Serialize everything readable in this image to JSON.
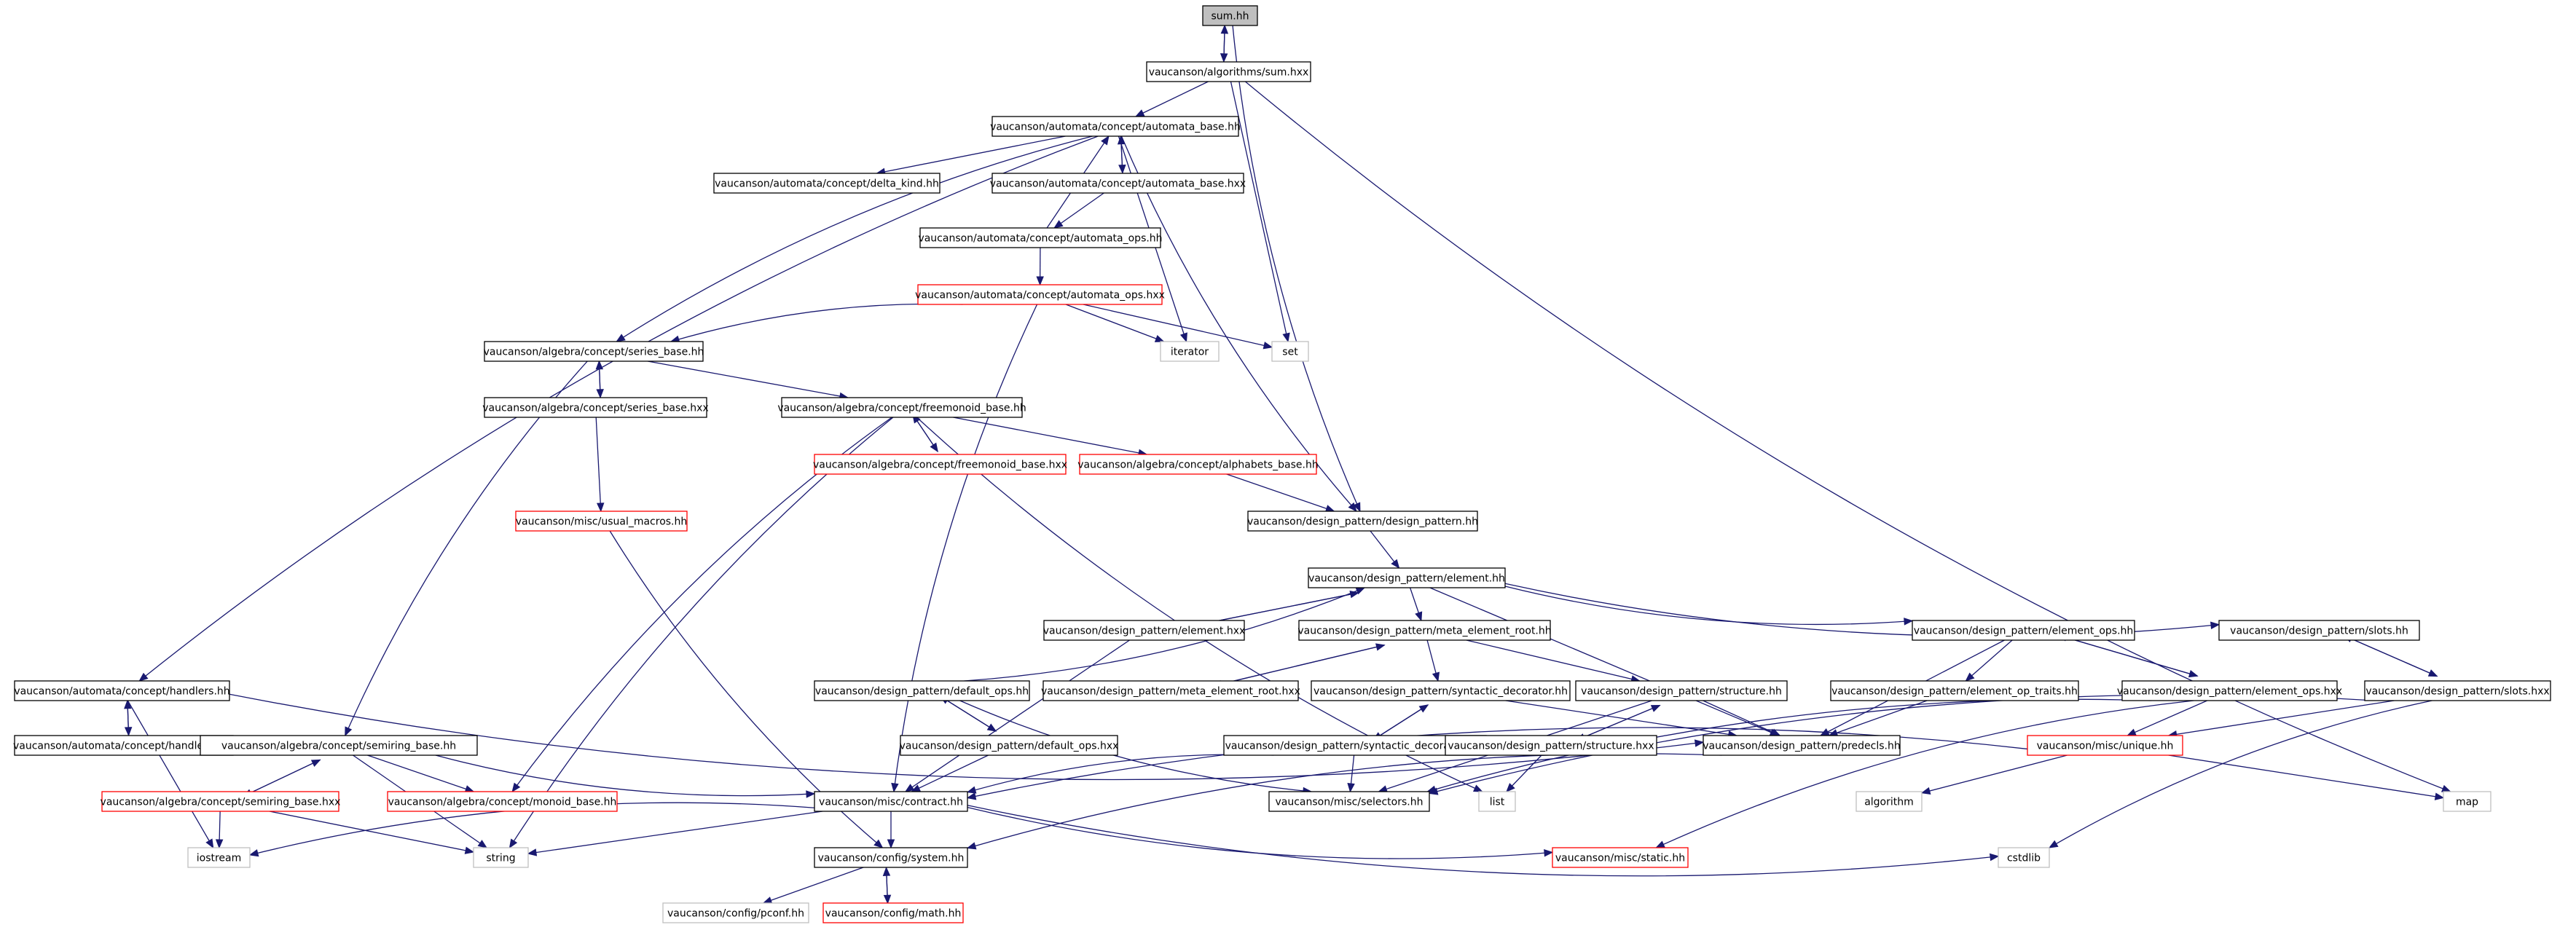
{
  "graph": {
    "title": "sum.hh",
    "nodes": [
      {
        "id": "sum_hh",
        "label": "sum.hh",
        "kind": "root"
      },
      {
        "id": "alg_sum_hxx",
        "label": "vaucanson/algorithms/sum.hxx",
        "kind": "normal"
      },
      {
        "id": "automata_base_hh",
        "label": "vaucanson/automata/concept/automata_base.hh",
        "kind": "normal"
      },
      {
        "id": "delta_kind_hh",
        "label": "vaucanson/automata/concept/delta_kind.hh",
        "kind": "normal"
      },
      {
        "id": "automata_base_hxx",
        "label": "vaucanson/automata/concept/automata_base.hxx",
        "kind": "normal"
      },
      {
        "id": "automata_ops_hh",
        "label": "vaucanson/automata/concept/automata_ops.hh",
        "kind": "normal"
      },
      {
        "id": "automata_ops_hxx",
        "label": "vaucanson/automata/concept/automata_ops.hxx",
        "kind": "truncated"
      },
      {
        "id": "iterator",
        "label": "iterator",
        "kind": "external"
      },
      {
        "id": "set",
        "label": "set",
        "kind": "external"
      },
      {
        "id": "series_base_hh",
        "label": "vaucanson/algebra/concept/series_base.hh",
        "kind": "normal"
      },
      {
        "id": "series_base_hxx",
        "label": "vaucanson/algebra/concept/series_base.hxx",
        "kind": "normal"
      },
      {
        "id": "freemonoid_base_hh",
        "label": "vaucanson/algebra/concept/freemonoid_base.hh",
        "kind": "normal"
      },
      {
        "id": "freemonoid_base_hxx",
        "label": "vaucanson/algebra/concept/freemonoid_base.hxx",
        "kind": "truncated"
      },
      {
        "id": "alphabets_base_hh",
        "label": "vaucanson/algebra/concept/alphabets_base.hh",
        "kind": "truncated"
      },
      {
        "id": "usual_macros_hh",
        "label": "vaucanson/misc/usual_macros.hh",
        "kind": "truncated"
      },
      {
        "id": "design_pattern_hh",
        "label": "vaucanson/design_pattern/design_pattern.hh",
        "kind": "normal"
      },
      {
        "id": "element_hh",
        "label": "vaucanson/design_pattern/element.hh",
        "kind": "normal"
      },
      {
        "id": "element_hxx",
        "label": "vaucanson/design_pattern/element.hxx",
        "kind": "normal"
      },
      {
        "id": "meta_element_root_hh",
        "label": "vaucanson/design_pattern/meta_element_root.hh",
        "kind": "normal"
      },
      {
        "id": "element_ops_hh",
        "label": "vaucanson/design_pattern/element_ops.hh",
        "kind": "normal"
      },
      {
        "id": "slots_hh",
        "label": "vaucanson/design_pattern/slots.hh",
        "kind": "normal"
      },
      {
        "id": "handlers_hh",
        "label": "vaucanson/automata/concept/handlers.hh",
        "kind": "normal"
      },
      {
        "id": "default_ops_hh",
        "label": "vaucanson/design_pattern/default_ops.hh",
        "kind": "normal"
      },
      {
        "id": "meta_element_root_hxx",
        "label": "vaucanson/design_pattern/meta_element_root.hxx",
        "kind": "normal"
      },
      {
        "id": "syntactic_decorator_hh",
        "label": "vaucanson/design_pattern/syntactic_decorator.hh",
        "kind": "normal"
      },
      {
        "id": "structure_hh",
        "label": "vaucanson/design_pattern/structure.hh",
        "kind": "normal"
      },
      {
        "id": "element_op_traits_hh",
        "label": "vaucanson/design_pattern/element_op_traits.hh",
        "kind": "normal"
      },
      {
        "id": "element_ops_hxx",
        "label": "vaucanson/design_pattern/element_ops.hxx",
        "kind": "normal"
      },
      {
        "id": "slots_hxx",
        "label": "vaucanson/design_pattern/slots.hxx",
        "kind": "normal"
      },
      {
        "id": "handlers_hxx",
        "label": "vaucanson/automata/concept/handlers.hxx",
        "kind": "normal"
      },
      {
        "id": "semiring_base_hh",
        "label": "vaucanson/algebra/concept/semiring_base.hh",
        "kind": "normal"
      },
      {
        "id": "default_ops_hxx",
        "label": "vaucanson/design_pattern/default_ops.hxx",
        "kind": "normal"
      },
      {
        "id": "syntactic_decorator_hxx",
        "label": "vaucanson/design_pattern/syntactic_decorator.hxx",
        "kind": "normal"
      },
      {
        "id": "structure_hxx",
        "label": "vaucanson/design_pattern/structure.hxx",
        "kind": "normal"
      },
      {
        "id": "predecls_hh",
        "label": "vaucanson/design_pattern/predecls.hh",
        "kind": "normal"
      },
      {
        "id": "unique_hh",
        "label": "vaucanson/misc/unique.hh",
        "kind": "truncated"
      },
      {
        "id": "semiring_base_hxx",
        "label": "vaucanson/algebra/concept/semiring_base.hxx",
        "kind": "truncated"
      },
      {
        "id": "monoid_base_hh",
        "label": "vaucanson/algebra/concept/monoid_base.hh",
        "kind": "truncated"
      },
      {
        "id": "contract_hh",
        "label": "vaucanson/misc/contract.hh",
        "kind": "normal"
      },
      {
        "id": "selectors_hh",
        "label": "vaucanson/misc/selectors.hh",
        "kind": "normal"
      },
      {
        "id": "list",
        "label": "list",
        "kind": "external"
      },
      {
        "id": "algorithm",
        "label": "algorithm",
        "kind": "external"
      },
      {
        "id": "map",
        "label": "map",
        "kind": "external"
      },
      {
        "id": "iostream",
        "label": "iostream",
        "kind": "external"
      },
      {
        "id": "string",
        "label": "string",
        "kind": "external"
      },
      {
        "id": "system_hh",
        "label": "vaucanson/config/system.hh",
        "kind": "normal"
      },
      {
        "id": "static_hh",
        "label": "vaucanson/misc/static.hh",
        "kind": "truncated"
      },
      {
        "id": "cstdlib",
        "label": "cstdlib",
        "kind": "external"
      },
      {
        "id": "pconf_hh",
        "label": "vaucanson/config/pconf.hh",
        "kind": "external"
      },
      {
        "id": "math_hh",
        "label": "vaucanson/config/math.hh",
        "kind": "truncated"
      }
    ],
    "edges": [
      [
        "sum_hh",
        "alg_sum_hxx"
      ],
      [
        "alg_sum_hxx",
        "sum_hh"
      ],
      [
        "sum_hh",
        "design_pattern_hh"
      ],
      [
        "alg_sum_hxx",
        "automata_base_hh"
      ],
      [
        "alg_sum_hxx",
        "set"
      ],
      [
        "alg_sum_hxx",
        "map"
      ],
      [
        "automata_base_hh",
        "delta_kind_hh"
      ],
      [
        "automata_base_hh",
        "automata_base_hxx"
      ],
      [
        "automata_base_hxx",
        "automata_base_hh"
      ],
      [
        "automata_base_hh",
        "iterator"
      ],
      [
        "automata_base_hh",
        "design_pattern_hh"
      ],
      [
        "automata_base_hh",
        "series_base_hh"
      ],
      [
        "automata_base_hh",
        "handlers_hh"
      ],
      [
        "automata_base_hxx",
        "automata_ops_hh"
      ],
      [
        "automata_ops_hh",
        "automata_base_hh"
      ],
      [
        "automata_ops_hh",
        "automata_ops_hxx"
      ],
      [
        "automata_ops_hxx",
        "iterator"
      ],
      [
        "automata_ops_hxx",
        "set"
      ],
      [
        "automata_ops_hxx",
        "series_base_hh"
      ],
      [
        "automata_ops_hxx",
        "contract_hh"
      ],
      [
        "series_base_hh",
        "series_base_hxx"
      ],
      [
        "series_base_hxx",
        "series_base_hh"
      ],
      [
        "series_base_hh",
        "freemonoid_base_hh"
      ],
      [
        "series_base_hh",
        "semiring_base_hh"
      ],
      [
        "series_base_hxx",
        "usual_macros_hh"
      ],
      [
        "freemonoid_base_hh",
        "freemonoid_base_hxx"
      ],
      [
        "freemonoid_base_hxx",
        "freemonoid_base_hh"
      ],
      [
        "freemonoid_base_hh",
        "alphabets_base_hh"
      ],
      [
        "freemonoid_base_hh",
        "monoid_base_hh"
      ],
      [
        "freemonoid_base_hh",
        "string"
      ],
      [
        "freemonoid_base_hh",
        "list"
      ],
      [
        "alphabets_base_hh",
        "design_pattern_hh"
      ],
      [
        "usual_macros_hh",
        "system_hh"
      ],
      [
        "design_pattern_hh",
        "element_hh"
      ],
      [
        "element_hh",
        "element_hxx"
      ],
      [
        "element_hxx",
        "element_hh"
      ],
      [
        "element_hh",
        "meta_element_root_hh"
      ],
      [
        "element_hh",
        "element_ops_hh"
      ],
      [
        "element_hh",
        "slots_hh"
      ],
      [
        "element_hh",
        "predecls_hh"
      ],
      [
        "element_hxx",
        "contract_hh"
      ],
      [
        "meta_element_root_hh",
        "meta_element_root_hxx"
      ],
      [
        "meta_element_root_hxx",
        "meta_element_root_hh"
      ],
      [
        "meta_element_root_hh",
        "syntactic_decorator_hh"
      ],
      [
        "meta_element_root_hh",
        "structure_hh"
      ],
      [
        "element_ops_hh",
        "element_ops_hxx"
      ],
      [
        "element_ops_hxx",
        "element_ops_hh"
      ],
      [
        "element_ops_hh",
        "element_op_traits_hh"
      ],
      [
        "element_ops_hh",
        "predecls_hh"
      ],
      [
        "element_op_traits_hh",
        "predecls_hh"
      ],
      [
        "element_ops_hxx",
        "unique_hh"
      ],
      [
        "element_ops_hxx",
        "selectors_hh"
      ],
      [
        "element_ops_hxx",
        "static_hh"
      ],
      [
        "slots_hh",
        "slots_hxx"
      ],
      [
        "slots_hxx",
        "slots_hh"
      ],
      [
        "slots_hxx",
        "cstdlib"
      ],
      [
        "slots_hxx",
        "unique_hh"
      ],
      [
        "slots_hxx",
        "selectors_hh"
      ],
      [
        "handlers_hh",
        "handlers_hxx"
      ],
      [
        "handlers_hxx",
        "handlers_hh"
      ],
      [
        "handlers_hh",
        "iostream"
      ],
      [
        "handlers_hh",
        "predecls_hh"
      ],
      [
        "default_ops_hh",
        "default_ops_hxx"
      ],
      [
        "default_ops_hxx",
        "default_ops_hh"
      ],
      [
        "default_ops_hh",
        "element_hh"
      ],
      [
        "default_ops_hh",
        "selectors_hh"
      ],
      [
        "default_ops_hxx",
        "contract_hh"
      ],
      [
        "syntactic_decorator_hh",
        "syntactic_decorator_hxx"
      ],
      [
        "syntactic_decorator_hxx",
        "syntactic_decorator_hh"
      ],
      [
        "syntactic_decorator_hh",
        "predecls_hh"
      ],
      [
        "syntactic_decorator_hxx",
        "contract_hh"
      ],
      [
        "syntactic_decorator_hxx",
        "selectors_hh"
      ],
      [
        "structure_hh",
        "structure_hxx"
      ],
      [
        "structure_hxx",
        "structure_hh"
      ],
      [
        "structure_hh",
        "predecls_hh"
      ],
      [
        "structure_hh",
        "selectors_hh"
      ],
      [
        "structure_hxx",
        "list"
      ],
      [
        "semiring_base_hh",
        "semiring_base_hxx"
      ],
      [
        "semiring_base_hxx",
        "semiring_base_hh"
      ],
      [
        "semiring_base_hh",
        "monoid_base_hh"
      ],
      [
        "semiring_base_hh",
        "string"
      ],
      [
        "semiring_base_hh",
        "contract_hh"
      ],
      [
        "semiring_base_hxx",
        "iostream"
      ],
      [
        "semiring_base_hxx",
        "string"
      ],
      [
        "predecls_hh",
        "system_hh"
      ],
      [
        "unique_hh",
        "map"
      ],
      [
        "unique_hh",
        "algorithm"
      ],
      [
        "unique_hh",
        "contract_hh"
      ],
      [
        "contract_hh",
        "iostream"
      ],
      [
        "contract_hh",
        "string"
      ],
      [
        "contract_hh",
        "system_hh"
      ],
      [
        "contract_hh",
        "static_hh"
      ],
      [
        "contract_hh",
        "cstdlib"
      ],
      [
        "system_hh",
        "pconf_hh"
      ],
      [
        "system_hh",
        "math_hh"
      ],
      [
        "math_hh",
        "system_hh"
      ]
    ]
  }
}
